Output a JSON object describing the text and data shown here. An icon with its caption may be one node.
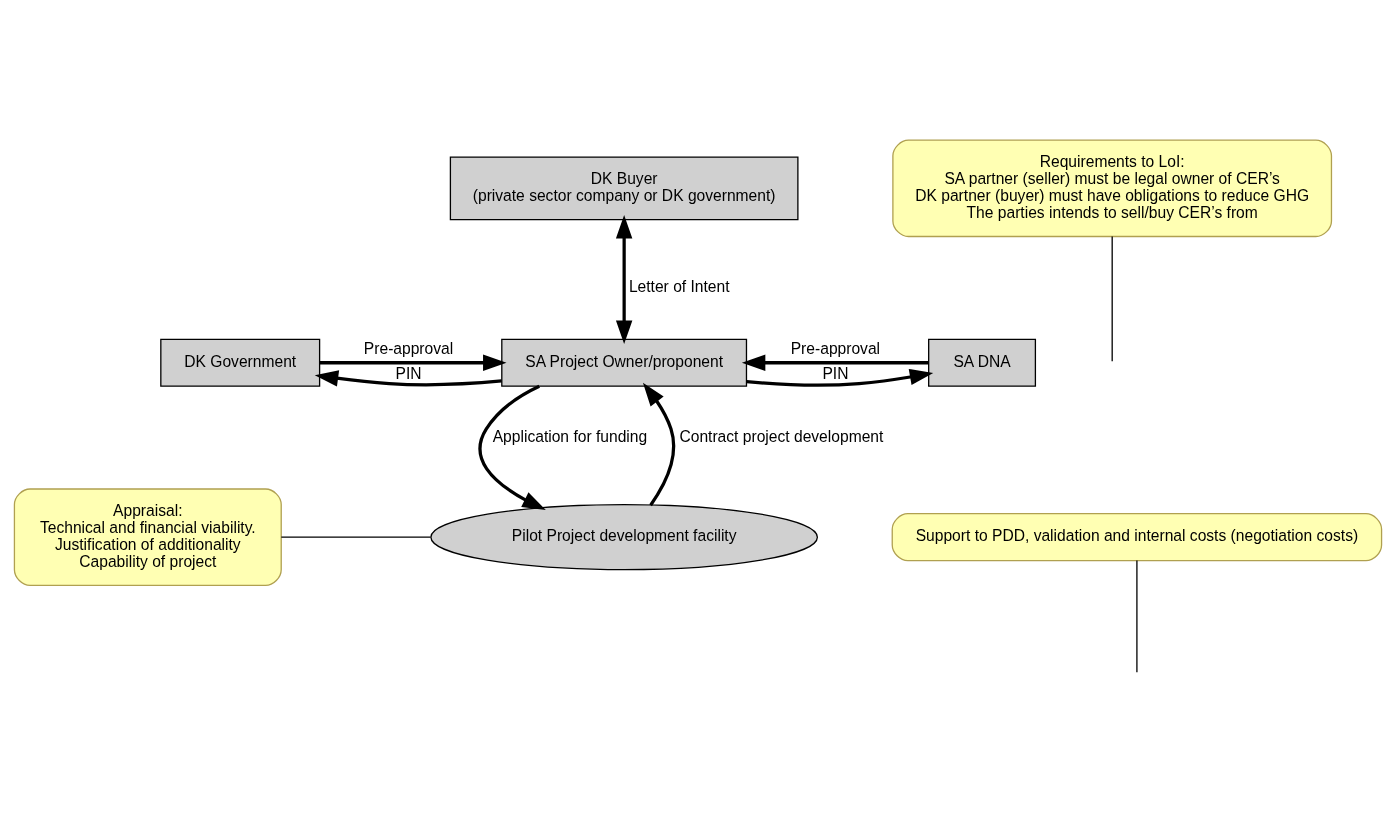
{
  "diagram": {
    "nodes": [
      {
        "text": [
          "DK Buyer",
          "(private sector company or DK government)"
        ]
      },
      {
        "text": [
          "Requirements to LoI:",
          "SA partner (seller) must be legal owner of CER’s",
          "DK partner (buyer) must have obligations to reduce GHG",
          "The parties intends to sell/buy CER’s from"
        ]
      },
      {
        "text": [
          "DK Government"
        ]
      },
      {
        "text": [
          "SA Project Owner/proponent"
        ]
      },
      {
        "text": [
          "SA DNA"
        ]
      },
      {
        "text": [
          "Pilot Project development facility"
        ]
      },
      {
        "text": [
          "Support to PDD, validation and internal costs (negotiation costs)"
        ]
      },
      {
        "text": [
          "Appraisal:",
          "Technical and financial viability.",
          "Justification of additionality",
          "Capability of project"
        ]
      }
    ],
    "edges": [
      {
        "from": 0,
        "to": 3,
        "arrow": "both",
        "label": "Letter of Intent"
      },
      {
        "from": 1,
        "to": null,
        "arrow": "none"
      },
      {
        "from": 3,
        "to": 2,
        "arrow": "to",
        "label": "PIN"
      },
      {
        "from": 2,
        "to": 3,
        "arrow": "to",
        "label": "Pre-approval"
      },
      {
        "from": 3,
        "to": 4,
        "arrow": "to",
        "label": "PIN"
      },
      {
        "from": 4,
        "to": 3,
        "arrow": "to",
        "label": "Pre-approval"
      },
      {
        "from": 3,
        "to": 5,
        "arrow": "to",
        "label": "Application for funding"
      },
      {
        "from": 5,
        "to": 3,
        "arrow": "to",
        "label": "Contract project development"
      },
      {
        "from": 6,
        "to": null,
        "arrow": "none"
      },
      {
        "from": 7,
        "to": 5,
        "arrow": "none"
      }
    ]
  }
}
